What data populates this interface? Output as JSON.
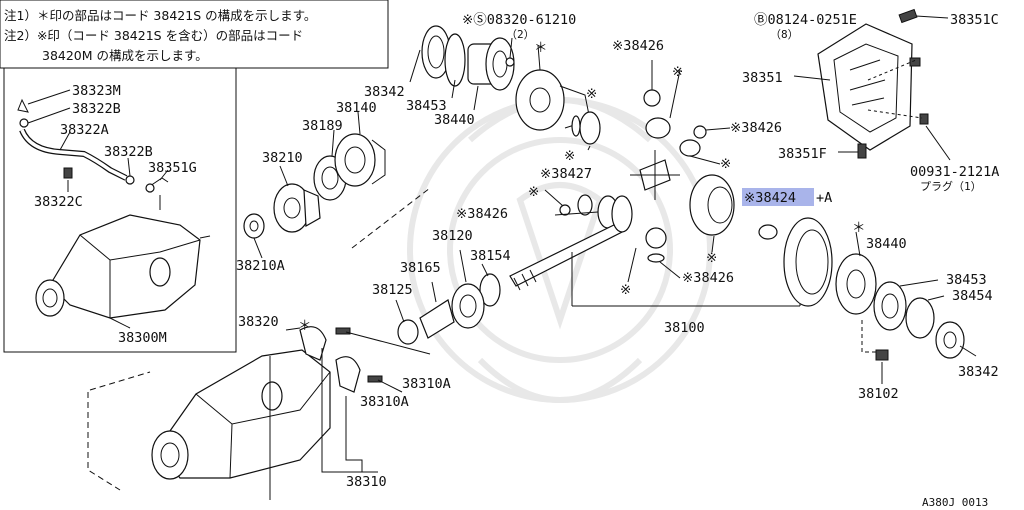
{
  "notes": {
    "note1": "注1）＊印の部品はコード 38421S の構成を示します。",
    "note2a": "注2）※印（コード 38421S を含む）の部品はコード",
    "note2b": "38420M の構成を示します。"
  },
  "labels": {
    "p38323M": "38323M",
    "p38322B_a": "38322B",
    "p38322A": "38322A",
    "p38322B_b": "38322B",
    "p38351G": "38351G",
    "p38322C": "38322C",
    "p38300M": "38300M",
    "p38342_a": "38342",
    "p38453_a": "38453",
    "p38440_a": "38440",
    "p08320": "※Ⓢ08320-61210",
    "p08320_qty": "（2）",
    "p08124": "Ⓑ08124-0251E",
    "p08124_qty": "（8）",
    "p38351C": "38351C",
    "p38351": "38351",
    "p38426_a": "※38426",
    "p38426_b": "※38426",
    "p38351F": "38351F",
    "p00931": "00931-2121A",
    "p00931_sub": "プラグ（1）",
    "p38140": "38140",
    "p38189": "38189",
    "p38210": "38210",
    "p38210A": "38210A",
    "p38427": "※38427",
    "p38424": "※38424",
    "p38424_suffix": "+A",
    "p38426_c": "※38426",
    "p38120": "38120",
    "p38154": "38154",
    "p38165": "38165",
    "p38125": "38125",
    "p38426_d": "※38426",
    "p38440_b": "38440",
    "p38453_b": "38453",
    "p38454": "38454",
    "p38100": "38100",
    "p38342_b": "38342",
    "p38320": "38320",
    "p38310A_a": "38310A",
    "p38310A_b": "38310A",
    "p38310": "38310",
    "p38102": "38102",
    "asterisk_mark": "＊",
    "ref_mark": "※",
    "diagram_code": "A380J 0013"
  }
}
